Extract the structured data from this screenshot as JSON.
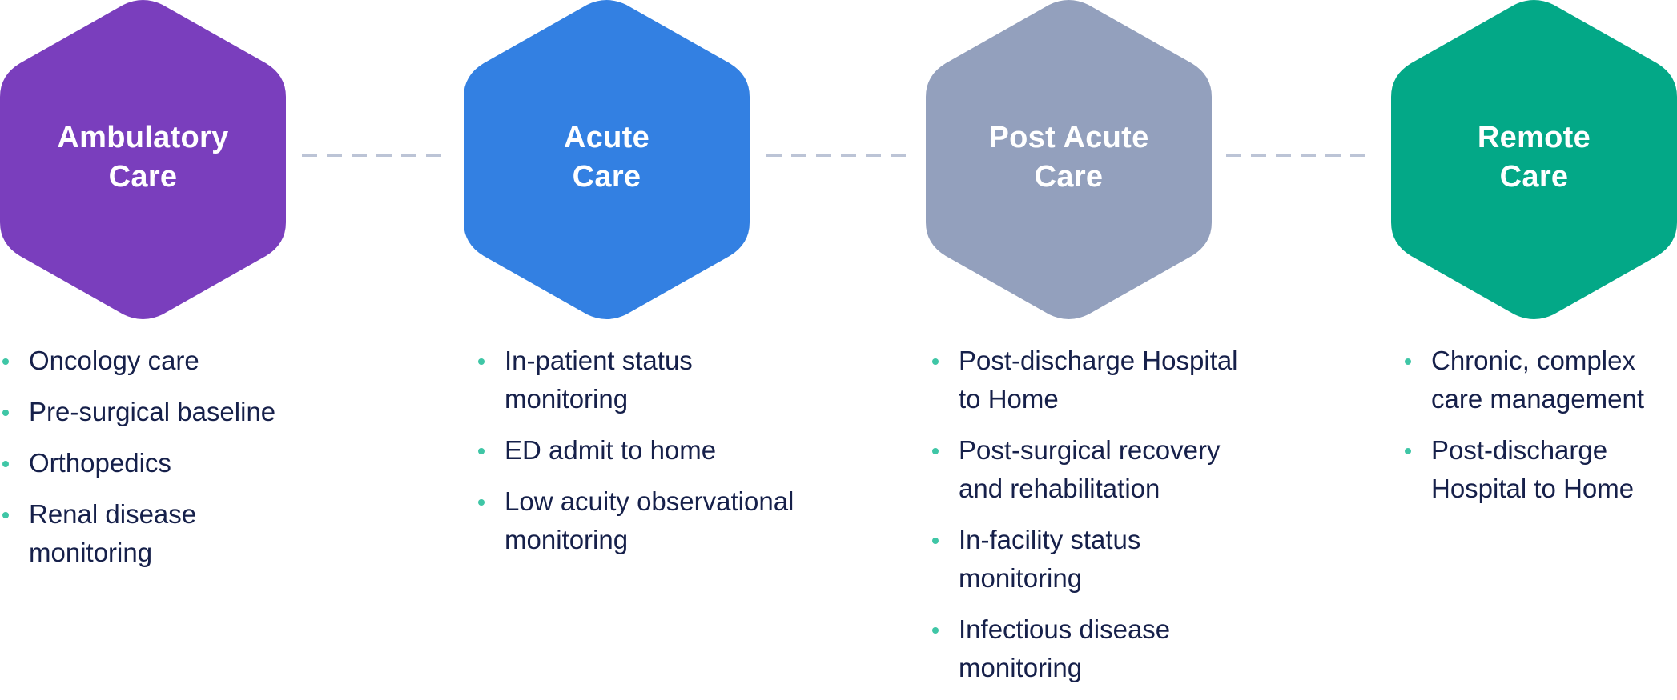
{
  "colors": {
    "ambulatory": "#7a3ebd",
    "acute": "#3380e2",
    "post_acute": "#93a0bd",
    "remote": "#03a887",
    "bullet": "#3fc6a6",
    "connector": "#bcc4d6",
    "text": "#16204a"
  },
  "stages": [
    {
      "title_line1": "Ambulatory",
      "title_line2": "Care",
      "items": [
        {
          "line1": "Oncology care",
          "line2": ""
        },
        {
          "line1": "Pre-surgical baseline",
          "line2": ""
        },
        {
          "line1": "Orthopedics",
          "line2": ""
        },
        {
          "line1": "Renal disease",
          "line2": "monitoring"
        }
      ]
    },
    {
      "title_line1": "Acute",
      "title_line2": "Care",
      "items": [
        {
          "line1": "In-patient status",
          "line2": "monitoring"
        },
        {
          "line1": "ED admit to home",
          "line2": ""
        },
        {
          "line1": "Low acuity observational",
          "line2": "monitoring"
        }
      ]
    },
    {
      "title_line1": "Post Acute",
      "title_line2": "Care",
      "items": [
        {
          "line1": "Post-discharge Hospital",
          "line2": "to Home"
        },
        {
          "line1": "Post-surgical recovery",
          "line2": "and rehabilitation"
        },
        {
          "line1": "In-facility status",
          "line2": "monitoring"
        },
        {
          "line1": "Infectious disease",
          "line2": "monitoring"
        }
      ]
    },
    {
      "title_line1": "Remote",
      "title_line2": "Care",
      "items": [
        {
          "line1": "Chronic, complex",
          "line2": "care management"
        },
        {
          "line1": "Post-discharge",
          "line2": "Hospital to Home"
        }
      ]
    }
  ]
}
